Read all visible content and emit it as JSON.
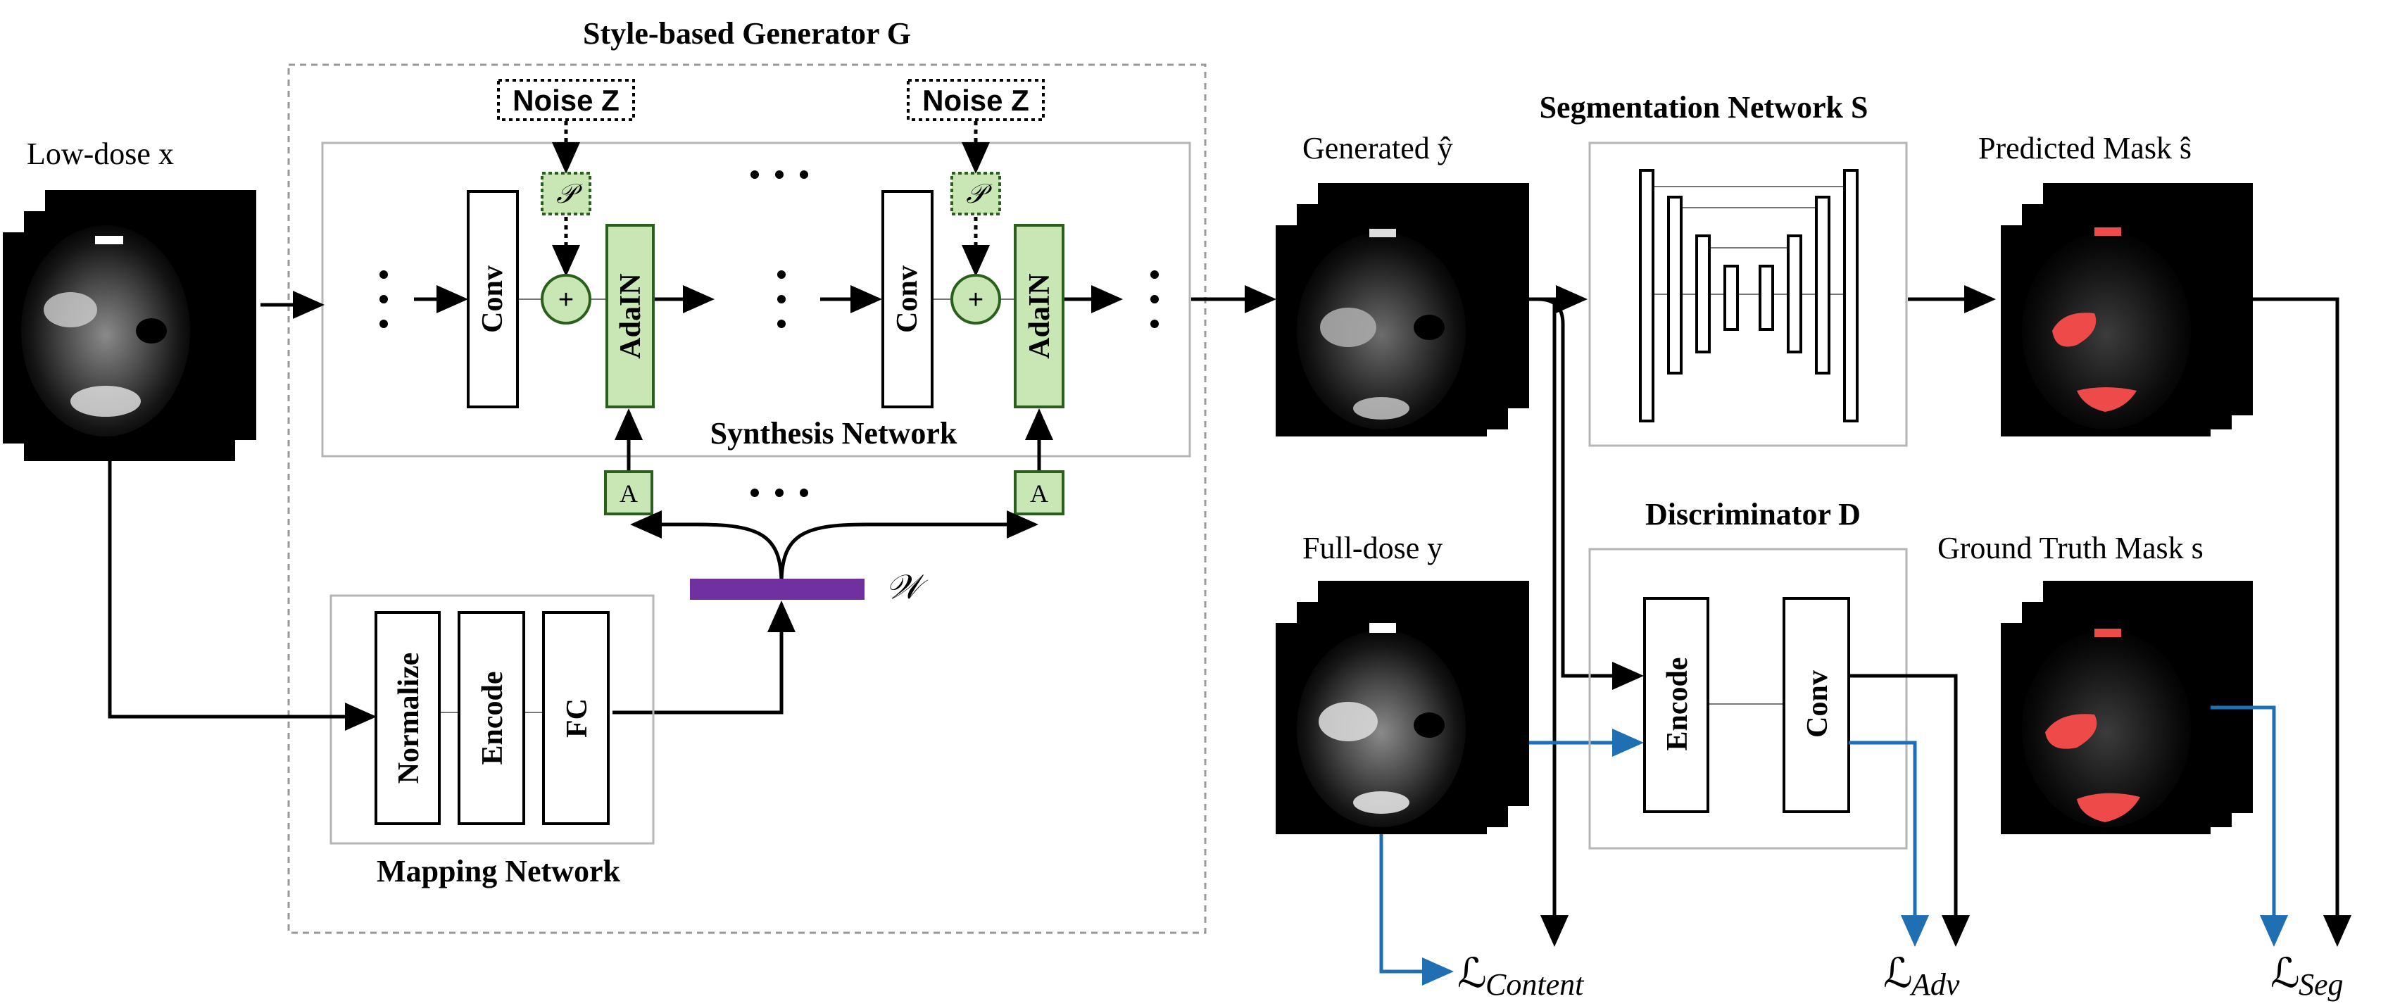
{
  "colors": {
    "line": "#000000",
    "blue_arrow": "#1f6fb2",
    "green_fill": "#c9e6b5",
    "green_stroke": "#2b5f1e",
    "purple_bar": "#7030a0",
    "panel_border": "#b5b5b5",
    "mask_red": "#ef4a4a"
  },
  "labels": {
    "low_dose": "Low-dose x",
    "generator_title": "Style-based Generator G",
    "noise_1": "Noise Z",
    "noise_2": "Noise Z",
    "p_1": "𝒫",
    "p_2": "𝒫",
    "plus_1": "+",
    "plus_2": "+",
    "conv_1": "Conv",
    "conv_2": "Conv",
    "adain_1": "AdaIN",
    "adain_2": "AdaIN",
    "synthesis": "Synthesis Network",
    "a_1": "A",
    "a_2": "A",
    "w_label": "𝒲",
    "normalize": "Normalize",
    "encode_map": "Encode",
    "fc": "FC",
    "mapping": "Mapping Network",
    "generated": "Generated ŷ",
    "seg_title": "Segmentation Network S",
    "predicted": "Predicted Mask ŝ",
    "full_dose": "Full-dose y",
    "disc_title": "Discriminator D",
    "encode_disc": "Encode",
    "conv_disc": "Conv",
    "gt_mask": "Ground Truth Mask s",
    "loss_content_main": "ℒ",
    "loss_content_sub": "Content",
    "loss_adv_main": "ℒ",
    "loss_adv_sub": "Adv",
    "loss_seg_main": "ℒ",
    "loss_seg_sub": "Seg"
  }
}
